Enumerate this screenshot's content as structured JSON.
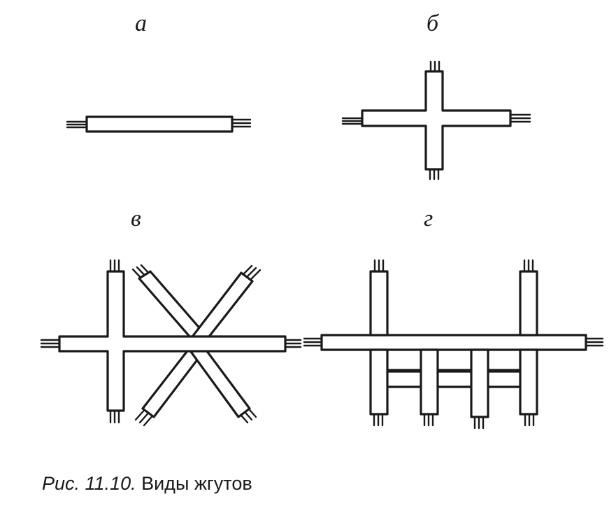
{
  "panels": [
    {
      "id": "a",
      "label": "а",
      "type": "straight-harness"
    },
    {
      "id": "b",
      "label": "б",
      "type": "cross-harness"
    },
    {
      "id": "v",
      "label": "в",
      "type": "star-harness"
    },
    {
      "id": "g",
      "label": "г",
      "type": "ladder-harness"
    }
  ],
  "caption": {
    "figure": "Рис. 11.10.",
    "text": " Виды жгутов"
  }
}
